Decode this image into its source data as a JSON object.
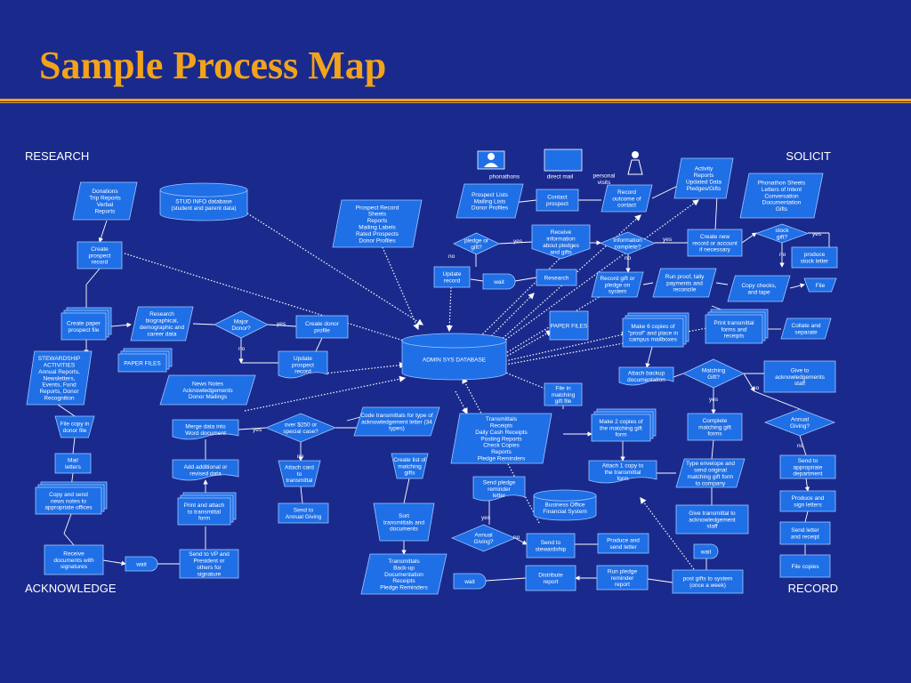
{
  "title": "Sample Process Map",
  "colors": {
    "background": "#1a2a8c",
    "title": "#f2a31c",
    "node_fill": "#1f6fe6",
    "node_stroke": "#9fc6ff",
    "line": "#ffffff"
  },
  "quadrants": [
    "RESEARCH",
    "SOLICIT",
    "ACKNOWLEDGE",
    "RECORD"
  ],
  "nodes": [
    {
      "text": "Donations\nTrip Reports\nVerbal\nReports"
    },
    {
      "text": "STUD INFO database\n(student and parent data)"
    },
    {
      "text": "Create\nprospect\nrecord"
    },
    {
      "text": "Prospect Record\nSheets\nReports\nMailing Labels\nRated Prospects\nDonor Profiles"
    },
    {
      "text": "Create paper\nprospect file"
    },
    {
      "text": "Research\nbiographical,\ndemographic and\ncareer data"
    },
    {
      "text": "Major\nDonor?"
    },
    {
      "text": "Create donor\nprofile"
    },
    {
      "text": "Update\nprospect\nrecord"
    },
    {
      "text": "PAPER FILES"
    },
    {
      "text": "STEWARDSHIP\nACTIVITIES\nAnnual Reports,\nNewsletters,\nEvents, Fund\nReports, Donor\nRecognition"
    },
    {
      "text": "News Notes\nAcknowledgements\nDonor Mailings"
    },
    {
      "text": "ADMIN SYS DATABASE"
    },
    {
      "text": "phonathons"
    },
    {
      "text": "direct mail"
    },
    {
      "text": "personal\nvisits"
    },
    {
      "text": "Prospect Lists\nMailing Lists\nDonor Profiles"
    },
    {
      "text": "Contact\nprospect"
    },
    {
      "text": "Record\noutcome of\ncontact"
    },
    {
      "text": "Activity\nReports\nUpdated Data\nPledges/Gifts"
    },
    {
      "text": "Phonathon Sheets\nLetters of Intent\nConversation\nDocumentation\nGifts"
    },
    {
      "text": "pledge or\ngift?"
    },
    {
      "text": "Receive\ninformation\nabout pledges\nand gifts"
    },
    {
      "text": "Information\ncomplete?"
    },
    {
      "text": "Create new\nrecord or account\nif necessary"
    },
    {
      "text": "stock\ngift?"
    },
    {
      "text": "produce\nstock letter"
    },
    {
      "text": "Update\nrecord"
    },
    {
      "text": "wait"
    },
    {
      "text": "Research"
    },
    {
      "text": "Record gift or\npledge on\nsystem"
    },
    {
      "text": "Run proof, tally\npayments and\nreconcile"
    },
    {
      "text": "Copy checks,\nand tape"
    },
    {
      "text": "File"
    },
    {
      "text": "PAPER FILES"
    },
    {
      "text": "Make 6 copies of\n\"proof\" and place in\ncampus mailboxes"
    },
    {
      "text": "Print transmittal\nforms and\nreceipts"
    },
    {
      "text": "Collate and\nseparate"
    },
    {
      "text": "Attach backup\ndocumentation"
    },
    {
      "text": "Matching\nGift?"
    },
    {
      "text": "Give to\nacknowledgements\nstaff"
    },
    {
      "text": "File in\nmatching\ngift file"
    },
    {
      "text": "Make 2 copies of\nthe matching gift\nform"
    },
    {
      "text": "Complete\nmatching gift\nforms"
    },
    {
      "text": "Annual\nGiving?"
    },
    {
      "text": "File copy in\ndonor file"
    },
    {
      "text": "Merge data into\nWord document"
    },
    {
      "text": "over $250 or\nspecial case?"
    },
    {
      "text": "Code transmittals for type of\nacknowledgement letter (34\ntypes)"
    },
    {
      "text": "Transmittals\nReceipts\nDaily Cash Receipts\nPosting Reports\nCheck Copies\nReports\nPledge Reminders"
    },
    {
      "text": "Mail\nletters"
    },
    {
      "text": "Add additional or\nrevised data"
    },
    {
      "text": "Attach card\nto\ntransmittal"
    },
    {
      "text": "Create list of\nmatching\ngifts"
    },
    {
      "text": "Attach 1 copy to\nthe transmittal\nform"
    },
    {
      "text": "Type envelope and\nsend original\nmatching gift form\nto company"
    },
    {
      "text": "Send to\nappropriate\ndepartment"
    },
    {
      "text": "Copy and send\nnews notes to\nappropriate offices"
    },
    {
      "text": "Print and attach\nto transmittal\nform"
    },
    {
      "text": "Send to\nAnnual Giving"
    },
    {
      "text": "Sort\ntransmittals and\ndocuments"
    },
    {
      "text": "Send pledge\nreminder\nletter"
    },
    {
      "text": "Business Office\nFinancial System"
    },
    {
      "text": "Give transmittal to\nacknowledgement\nstaff"
    },
    {
      "text": "Produce and\nsign letters"
    },
    {
      "text": "Annual\nGiving?"
    },
    {
      "text": "Send to\nstewardship"
    },
    {
      "text": "Produce and\nsend letter"
    },
    {
      "text": "Send letter\nand receipt"
    },
    {
      "text": "Receive\ndocuments with\nsignatures"
    },
    {
      "text": "wait"
    },
    {
      "text": "Send to VP and\nPresident or\nothers for\nsignature"
    },
    {
      "text": "Transmittals\nBack-up\nDocumentation\nReceipts\nPledge Reminders"
    },
    {
      "text": "wait"
    },
    {
      "text": "Distribute\nreport"
    },
    {
      "text": "Run pledge\nreminder\nreport"
    },
    {
      "text": "wait"
    },
    {
      "text": "post gifts to system\n(once a week)"
    },
    {
      "text": "File copies"
    }
  ],
  "edge_labels": [
    "yes",
    "no",
    "yes",
    "no",
    "yes",
    "no",
    "yes",
    "no",
    "yes",
    "no",
    "no",
    "no",
    "yes",
    "yes",
    "no"
  ]
}
